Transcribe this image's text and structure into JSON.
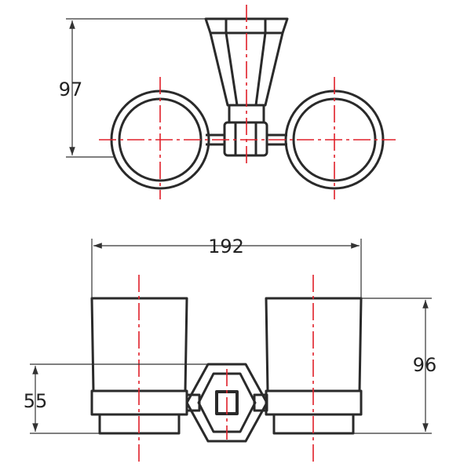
{
  "colors": {
    "background": "#ffffff",
    "outline": "#2a2a2a",
    "centerline": "#e0202a",
    "dimension": "#333333"
  },
  "dimensions": {
    "top_height": "97",
    "overall_width": "192",
    "overall_height": "96",
    "base_height": "55"
  }
}
